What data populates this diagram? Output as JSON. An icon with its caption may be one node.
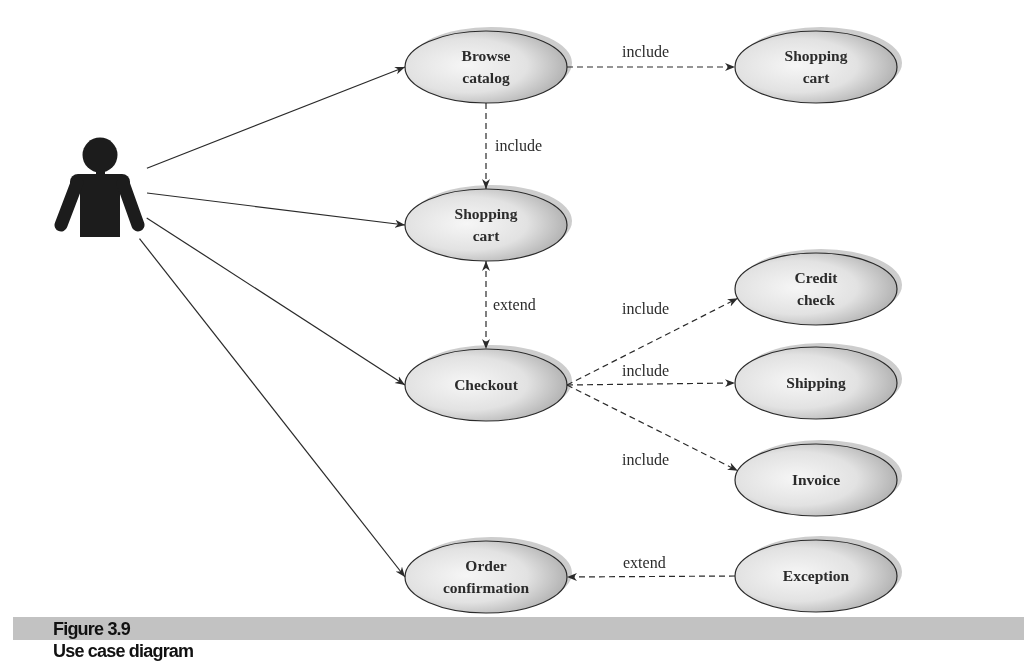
{
  "diagram": {
    "caption": "Use case diagram",
    "nodes": [
      {
        "text": [],
        "shape": "person"
      },
      {
        "text": [
          "Browse catalog"
        ]
      },
      {
        "text": [
          "Shopping cart"
        ]
      },
      {
        "text": [
          "Shopping cart"
        ]
      },
      {
        "text": [
          "Credit check"
        ]
      },
      {
        "text": [
          "Checkout"
        ]
      },
      {
        "text": [
          "Shipping"
        ]
      },
      {
        "text": [
          "Invoice"
        ]
      },
      {
        "text": [
          "Order confirmation"
        ]
      },
      {
        "text": [
          "Exception"
        ]
      }
    ],
    "edges": [
      {
        "from": 0,
        "to": 1,
        "arrow": "to"
      },
      {
        "from": 1,
        "to": 2,
        "arrow": "to",
        "label": "include",
        "style": "dashed"
      },
      {
        "from": 1,
        "to": 3,
        "arrow": "to",
        "label": "include",
        "style": "dashed"
      },
      {
        "from": 0,
        "to": 3,
        "arrow": "to"
      },
      {
        "from": 3,
        "to": 5,
        "arrow": "both",
        "label": "extend",
        "style": "dashed"
      },
      {
        "from": 0,
        "to": 5,
        "arrow": "to"
      },
      {
        "from": 5,
        "to": 4,
        "arrow": "to",
        "label": "include",
        "style": "dashed"
      },
      {
        "from": 5,
        "to": 6,
        "arrow": "to",
        "label": "include",
        "style": "dashed"
      },
      {
        "from": 5,
        "to": 7,
        "arrow": "to",
        "label": "include",
        "style": "dashed"
      },
      {
        "from": 0,
        "to": 8,
        "arrow": "to"
      },
      {
        "from": 9,
        "to": 8,
        "arrow": "to",
        "label": "extend",
        "style": "dashed"
      }
    ],
    "labels": [
      "Figure 3.9"
    ]
  }
}
